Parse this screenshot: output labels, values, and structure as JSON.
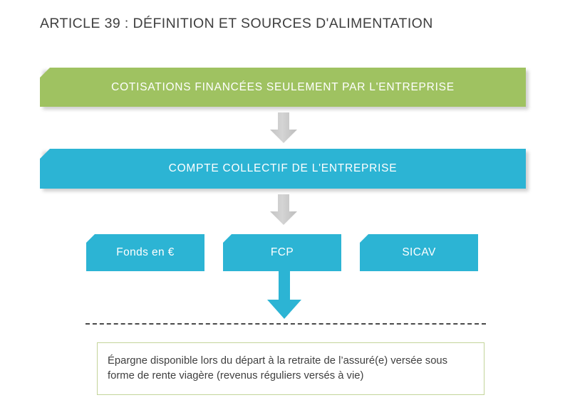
{
  "page": {
    "title": "ARTICLE 39 : DÉFINITION ET SOURCES D'ALIMENTATION"
  },
  "diagram": {
    "type": "flow-diagram",
    "colors": {
      "green": "#9fc261",
      "blue": "#2cb4d4",
      "gray_arrow": "#cdcdcd",
      "dashed_line": "#4a4a4a",
      "outcome_border": "#c3d49a",
      "title_text": "#3f3f3f",
      "banner_text": "#ffffff"
    },
    "banners": [
      {
        "id": "cotisations",
        "label": "COTISATIONS FINANCÉES SEULEMENT PAR L'ENTREPRISE",
        "color": "#9fc261"
      },
      {
        "id": "compte",
        "label": "COMPTE COLLECTIF DE L'ENTREPRISE",
        "color": "#2cb4d4"
      }
    ],
    "options": [
      {
        "id": "fonds-en-euros",
        "label": "Fonds en €"
      },
      {
        "id": "fcp",
        "label": "FCP"
      },
      {
        "id": "sicav",
        "label": "SICAV"
      }
    ],
    "connectors": [
      {
        "id": "arrow-cotisations-to-compte",
        "icon": "down-arrow-icon",
        "color": "#cdcdcd"
      },
      {
        "id": "arrow-compte-to-options",
        "icon": "down-arrow-icon",
        "color": "#cdcdcd"
      },
      {
        "id": "arrow-fcp-to-outcome",
        "icon": "down-arrow-icon",
        "color": "#2cb4d4"
      }
    ],
    "divider": {
      "id": "dashed-divider",
      "style": "dashed"
    },
    "outcome": {
      "id": "outcome",
      "text": "Épargne disponible lors du départ à la retraite de l’assuré(e) versée sous forme de rente viagère (revenus réguliers versés à vie)"
    }
  }
}
